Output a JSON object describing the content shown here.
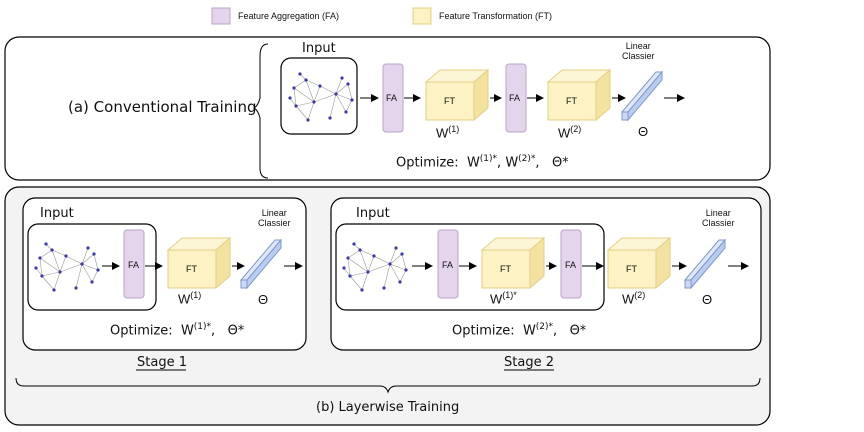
{
  "legend": {
    "fa_label": "Feature Aggregation (FA)",
    "ft_label": "Feature Transformation (FT)",
    "fa_color": "#e4d4ec",
    "ft_color": "#fdf2c4"
  },
  "conventional": {
    "title": "(a) Conventional Training",
    "input_label": "Input",
    "fa1": "FA",
    "ft1": "FT",
    "fa2": "FA",
    "ft2": "FT",
    "w1": "W",
    "w1_sup": "(1)",
    "w2": "W",
    "w2_sup": "(2)",
    "classifier_label": "Linear\nClassier",
    "theta": "Θ",
    "optimize_prefix": "Optimize:",
    "opt_w1": "W",
    "opt_w1_sup": "(1)*",
    "opt_w2": "W",
    "opt_w2_sup": "(2)*",
    "opt_theta": "Θ*"
  },
  "stage1": {
    "input_label": "Input",
    "fa": "FA",
    "ft": "FT",
    "w": "W",
    "w_sup": "(1)",
    "classifier_label": "Linear\nClassier",
    "theta": "Θ",
    "optimize_prefix": "Optimize:",
    "opt_w": "W",
    "opt_w_sup": "(1)*",
    "opt_theta": "Θ*",
    "stage_label": "Stage 1"
  },
  "stage2": {
    "input_label": "Input",
    "fa1": "FA",
    "ft1": "FT",
    "fa2": "FA",
    "ft2": "FT",
    "w1": "W",
    "w1_sup": "(1)*",
    "w2": "W",
    "w2_sup": "(2)",
    "classifier_label": "Linear\nClassier",
    "theta": "Θ",
    "optimize_prefix": "Optimize:",
    "opt_w": "W",
    "opt_w_sup": "(2)*",
    "opt_theta": "Θ*",
    "stage_label": "Stage 2"
  },
  "layerwise_title": "(b) Layerwise Training"
}
